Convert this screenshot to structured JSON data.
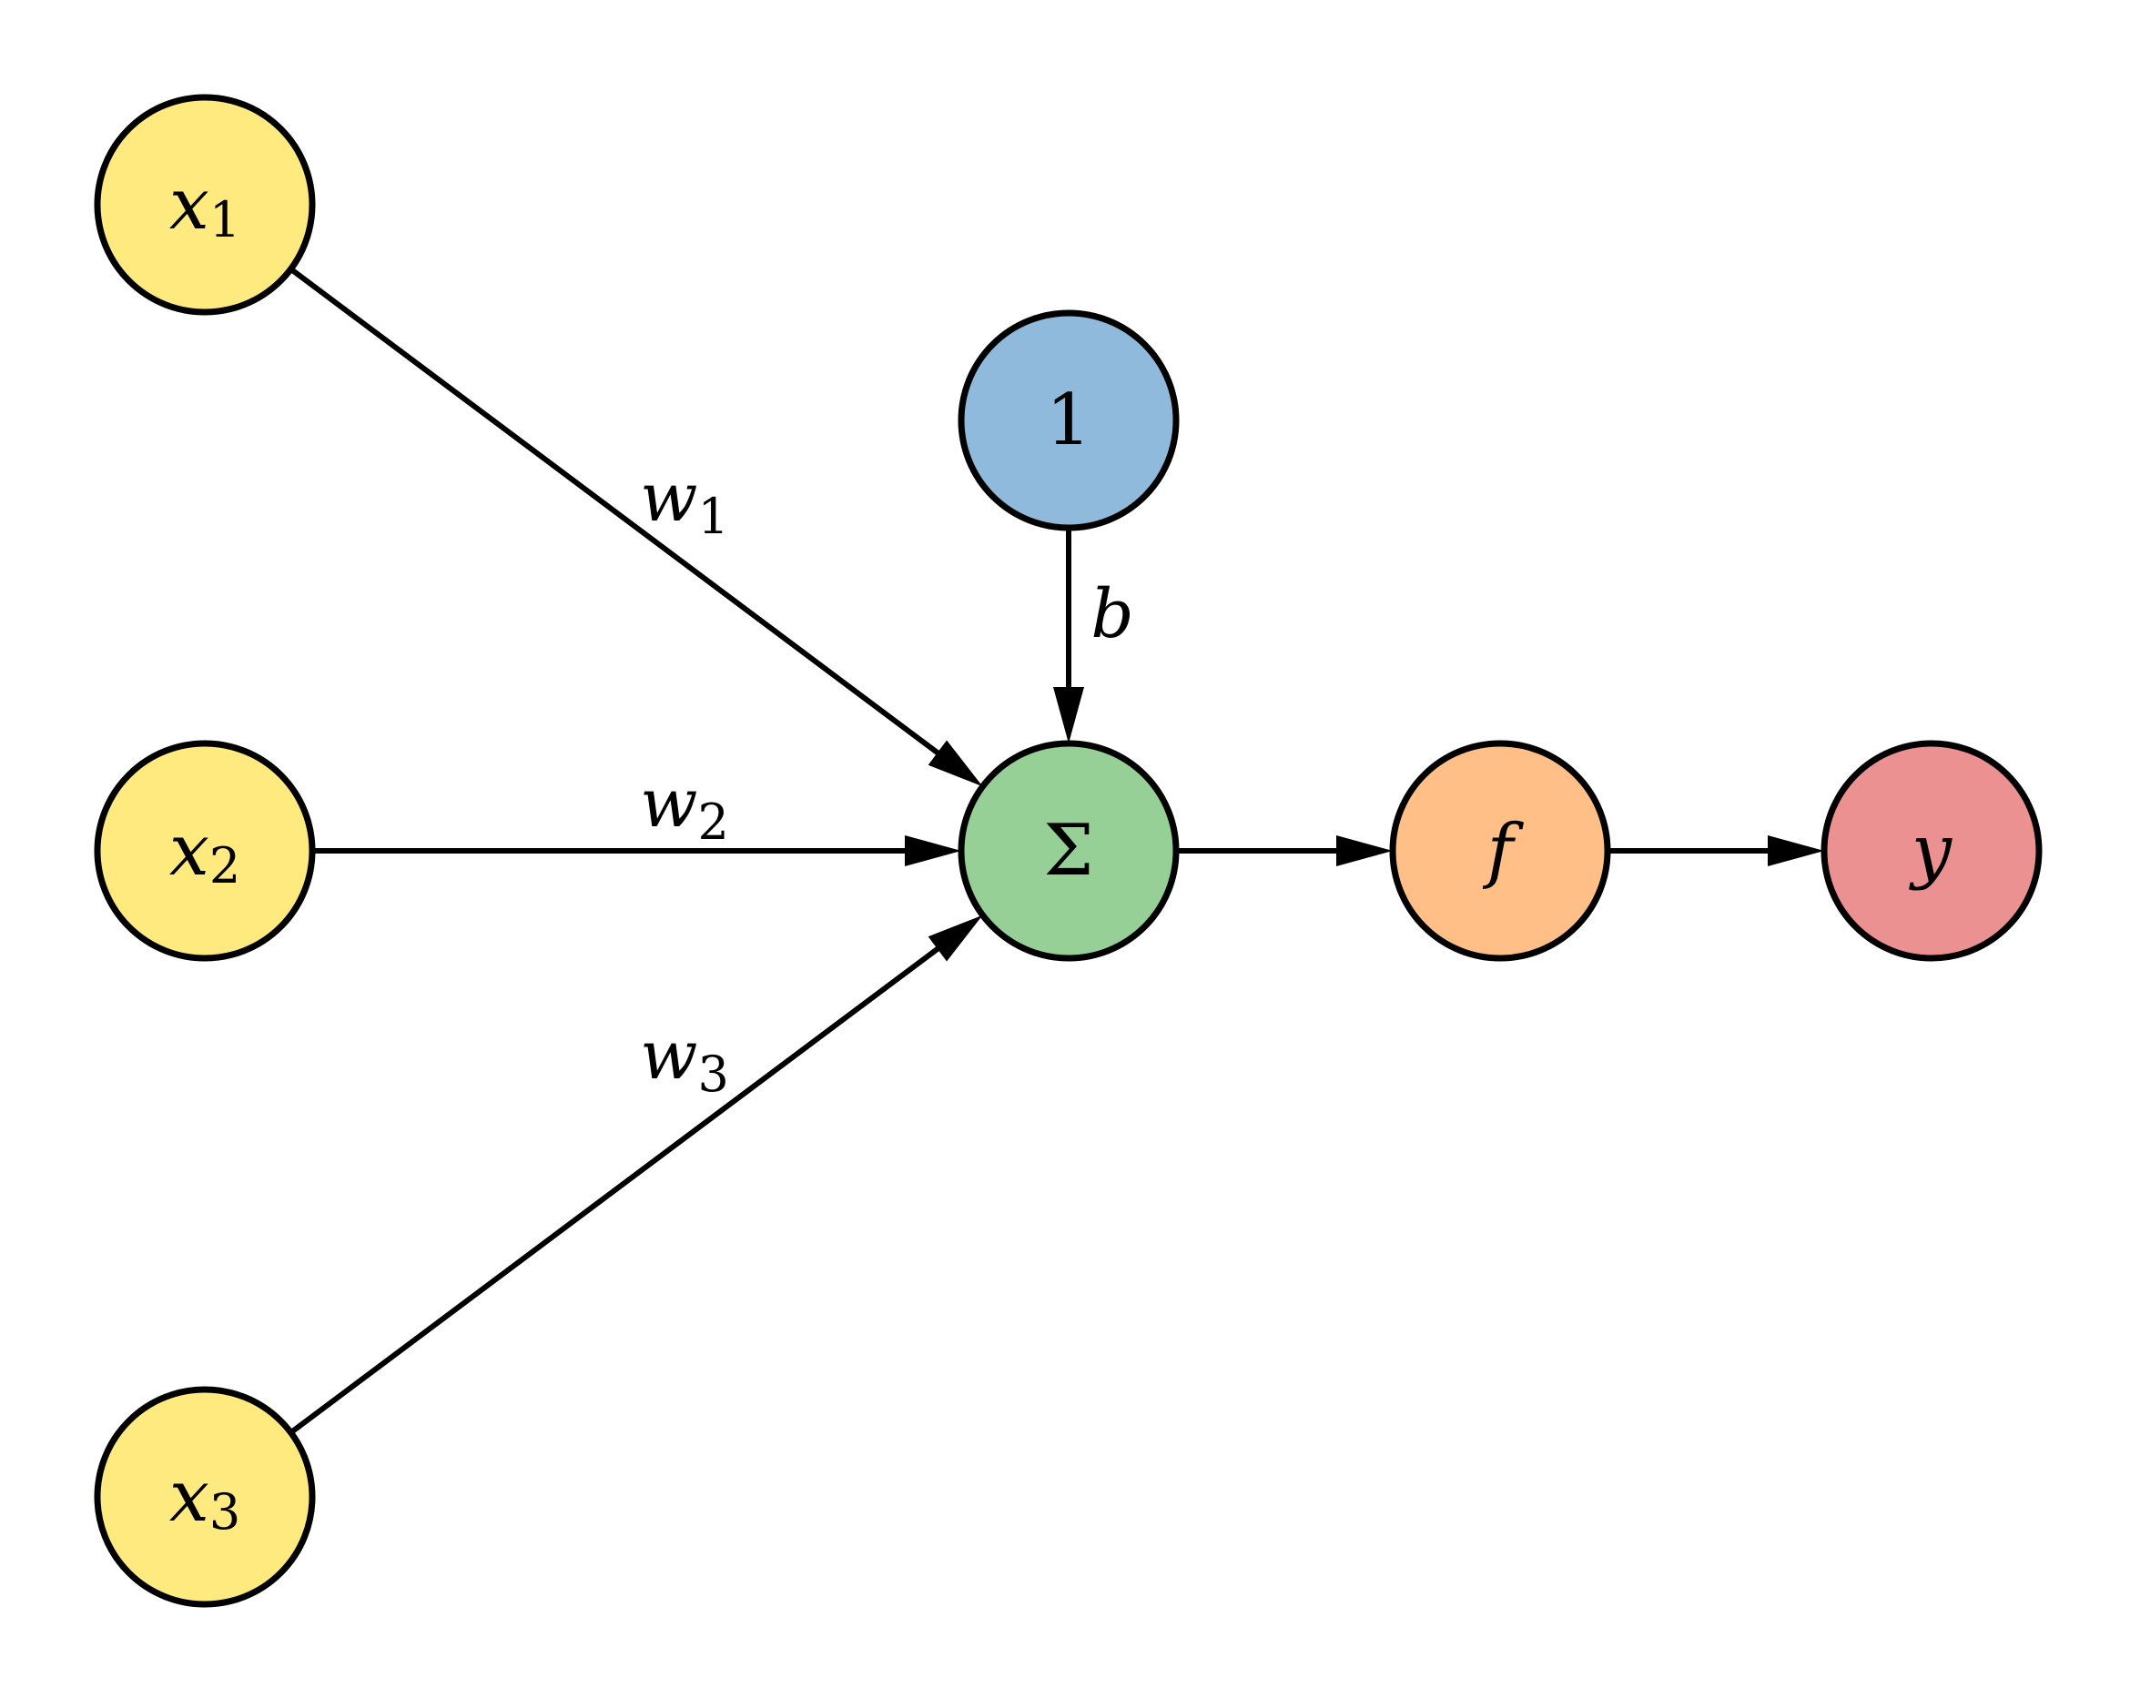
{
  "diagram": {
    "type": "perceptron",
    "nodes": [
      {
        "id": "x1",
        "symbol": "x",
        "subscript": "1",
        "role": "input",
        "color": "#FFEA80"
      },
      {
        "id": "x2",
        "symbol": "x",
        "subscript": "2",
        "role": "input",
        "color": "#FFEA80"
      },
      {
        "id": "x3",
        "symbol": "x",
        "subscript": "3",
        "role": "input",
        "color": "#FFEA80"
      },
      {
        "id": "bias",
        "symbol": "1",
        "subscript": "",
        "role": "bias",
        "color": "#8FBADB"
      },
      {
        "id": "sum",
        "symbol": "Σ",
        "subscript": "",
        "role": "summation",
        "color": "#96D096"
      },
      {
        "id": "f",
        "symbol": "f",
        "subscript": "",
        "role": "activation",
        "color": "#FFBF87"
      },
      {
        "id": "y",
        "symbol": "y",
        "subscript": "",
        "role": "output",
        "color": "#EB9191"
      }
    ],
    "edges": [
      {
        "from": "x1",
        "to": "sum",
        "label": "w",
        "label_sub": "1"
      },
      {
        "from": "x2",
        "to": "sum",
        "label": "w",
        "label_sub": "2"
      },
      {
        "from": "x3",
        "to": "sum",
        "label": "w",
        "label_sub": "3"
      },
      {
        "from": "bias",
        "to": "sum",
        "label": "b",
        "label_sub": ""
      },
      {
        "from": "sum",
        "to": "f",
        "label": "",
        "label_sub": ""
      },
      {
        "from": "f",
        "to": "y",
        "label": "",
        "label_sub": ""
      }
    ],
    "stroke_color": "#000000",
    "background": "#FFFFFF"
  }
}
